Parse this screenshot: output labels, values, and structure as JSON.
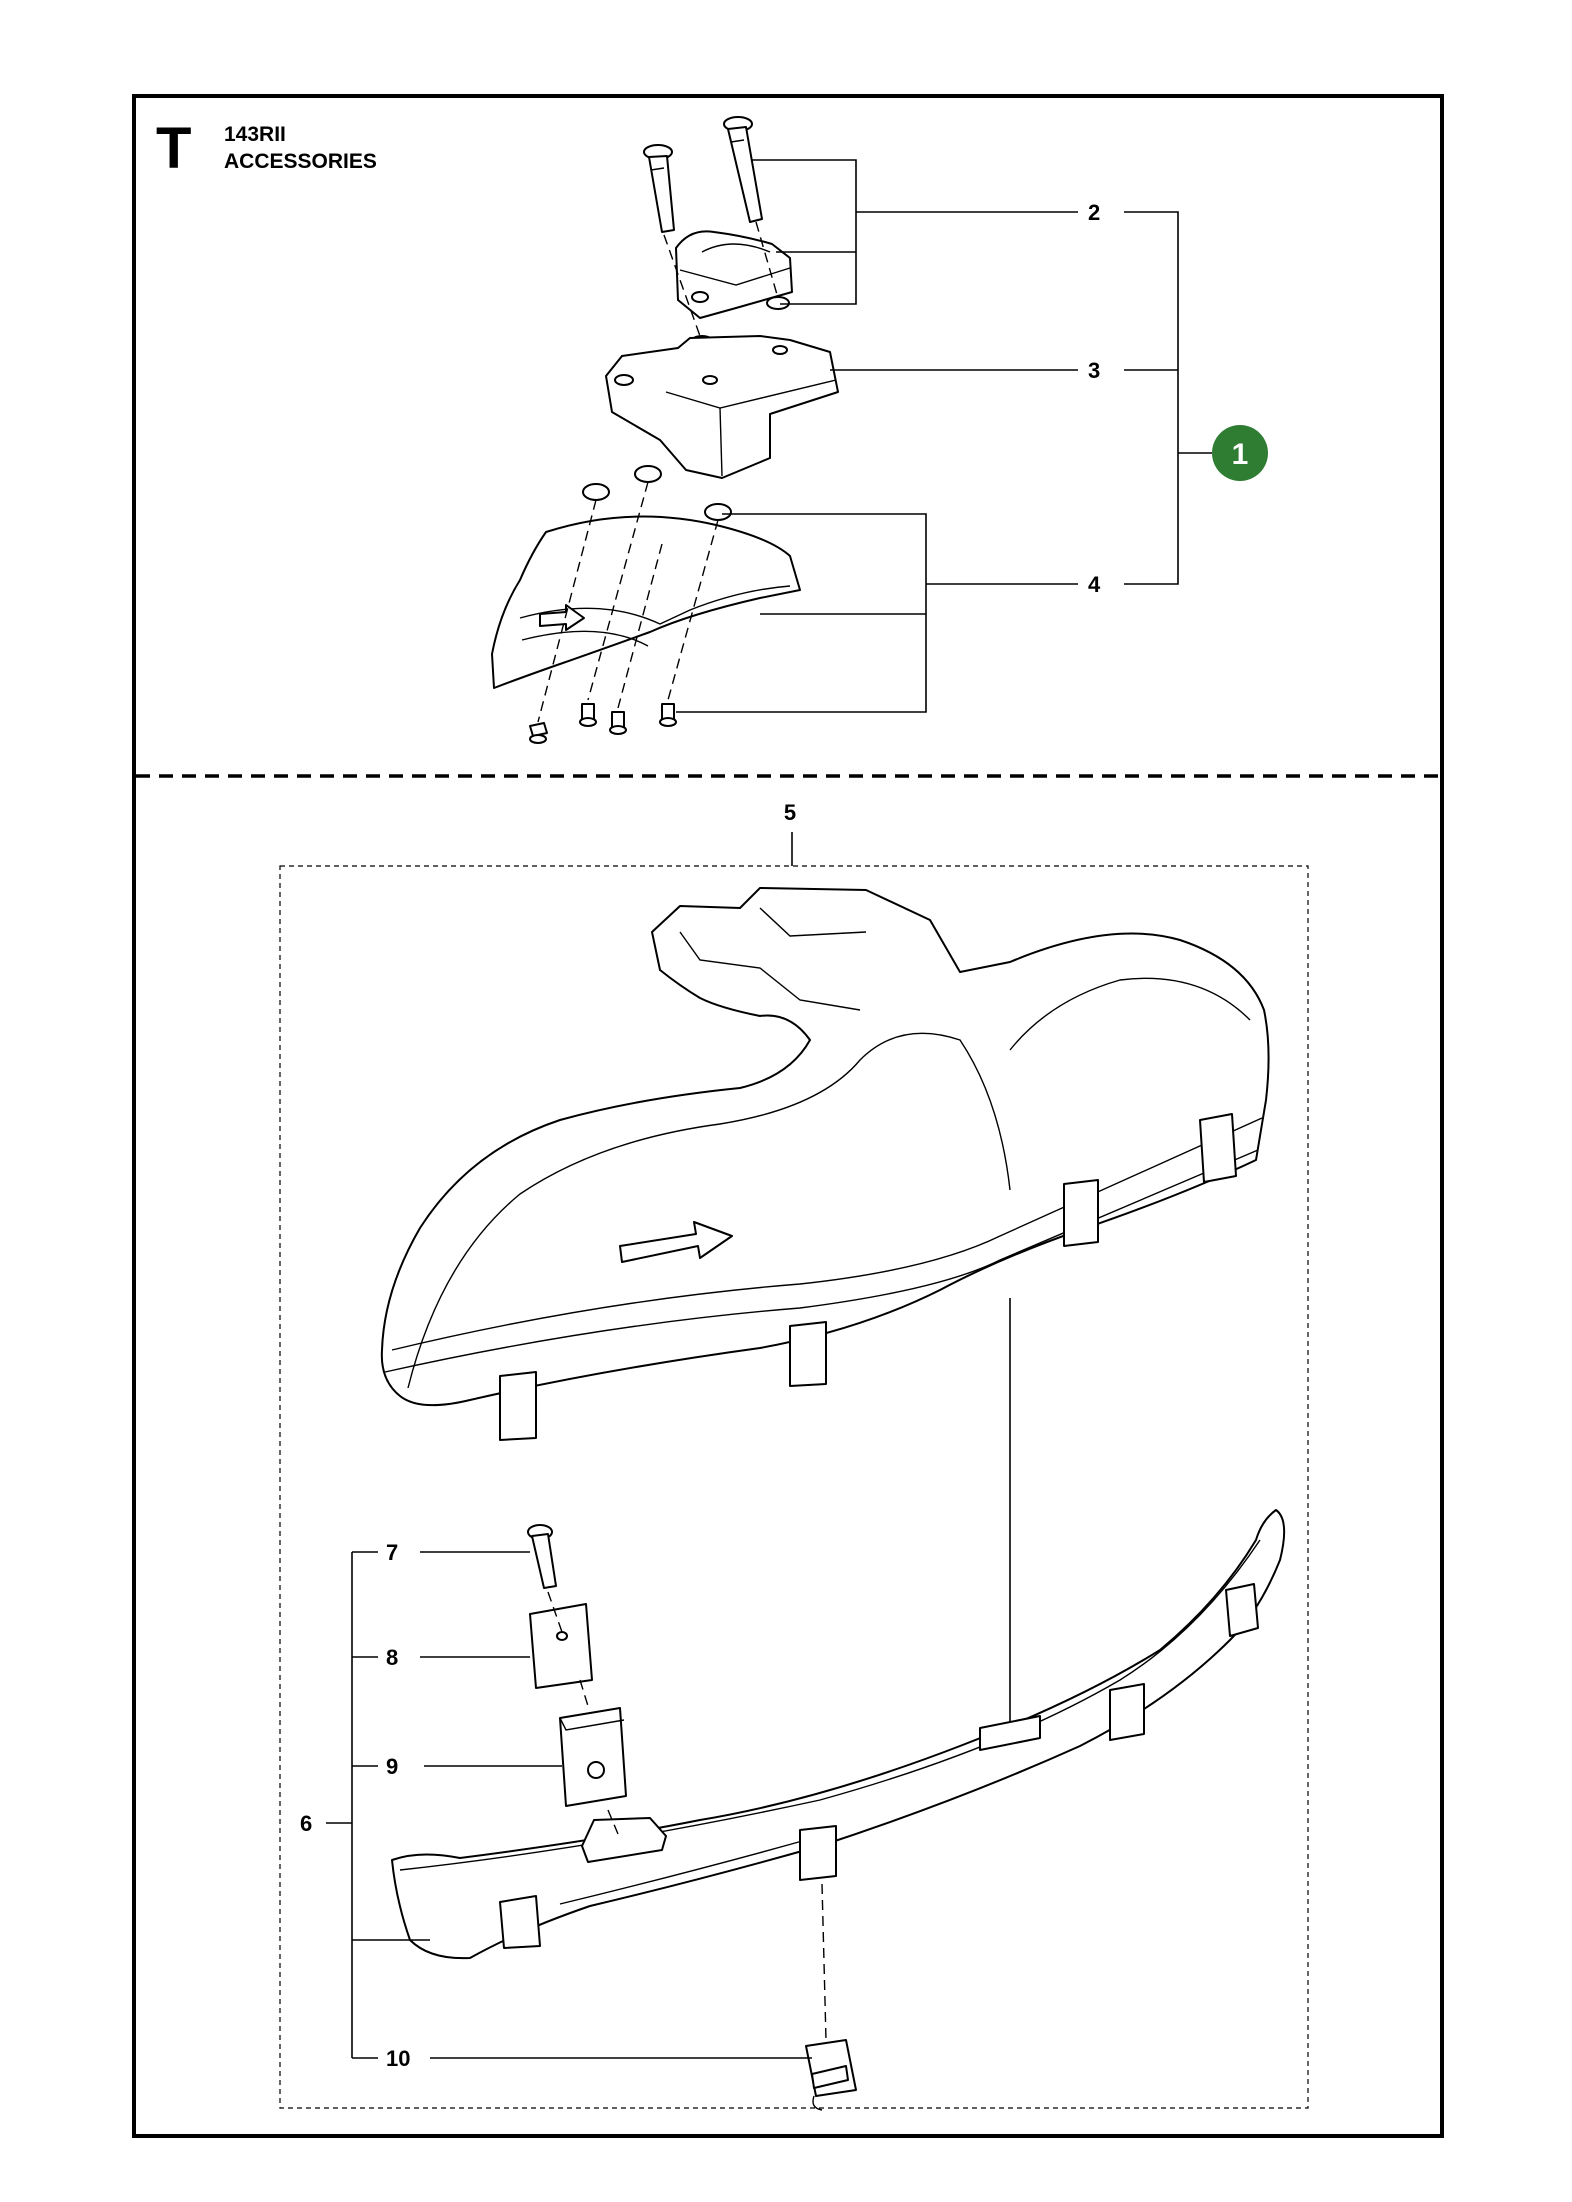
{
  "header": {
    "section_letter": "T",
    "model": "143RII",
    "group_title": "ACCESSORIES"
  },
  "badge": {
    "label": "1",
    "color": "#2f7d32"
  },
  "callouts": {
    "c2": "2",
    "c3": "3",
    "c4": "4",
    "c5": "5",
    "c6": "6",
    "c7": "7",
    "c8": "8",
    "c9": "9",
    "c10": "10"
  }
}
